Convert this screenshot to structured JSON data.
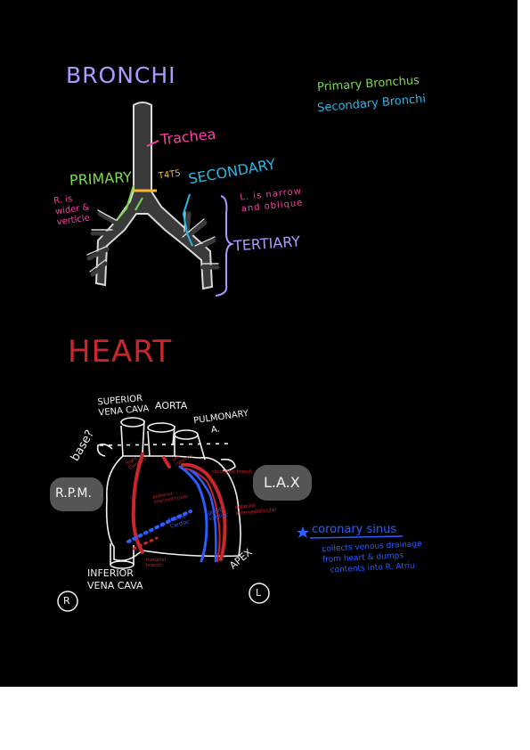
{
  "bronchi": {
    "title": "BRONCHI",
    "legend_primary": "Primary Bronchus",
    "legend_secondary": "Secondary Bronchi",
    "trachea": "Trachea",
    "primary": "PRIMARY",
    "secondary": "SECONDARY",
    "t4t5": "T4T5",
    "r_note": [
      "R. is",
      "wider &",
      "verticle"
    ],
    "l_note": [
      "L. is narrow",
      "and oblique"
    ],
    "tertiary": "TERTIARY"
  },
  "heart": {
    "title": "HEART",
    "superior_vena_cava": [
      "SUPERIOR",
      "VENA CAVA"
    ],
    "aorta": "AORTA",
    "pulmonary": [
      "PULMONARY",
      "A."
    ],
    "base": "base?",
    "rpm": "R.P.M.",
    "lax": "L.A.X",
    "inferior_vena_cava": [
      "INFERIOR",
      "VENA CAVA"
    ],
    "apex": "APEX",
    "right_marker": "R",
    "left_marker": "L",
    "small_labels": {
      "right_coronary": [
        "Right",
        "Coronary"
      ],
      "left_coronary": [
        "Left",
        "coronary"
      ],
      "circumflex": "circumflex branch",
      "posterior_interventricular": [
        "posterior",
        "interventricular"
      ],
      "middle_cardiac": [
        "Middle",
        "Cardiac"
      ],
      "great_cardiac": [
        "great",
        "cardiac"
      ],
      "anterior_interventricular": [
        "anterior",
        "interventricular"
      ],
      "marginal": [
        "marginal",
        "branch"
      ]
    },
    "coronary_sinus": {
      "title": "coronary sinus",
      "desc": [
        "collects venous drainage",
        "from heart & dumps",
        "contents into R. Atriu"
      ]
    }
  },
  "colors": {
    "background": "#000000",
    "lavender": "#a99cff",
    "pink": "#ff3fa6",
    "green": "#7fd94c",
    "cyan": "#2ab7e6",
    "yellow": "#f5b82e",
    "red": "#c8262c",
    "blue": "#2d5cff",
    "white": "#f2f2f2"
  }
}
